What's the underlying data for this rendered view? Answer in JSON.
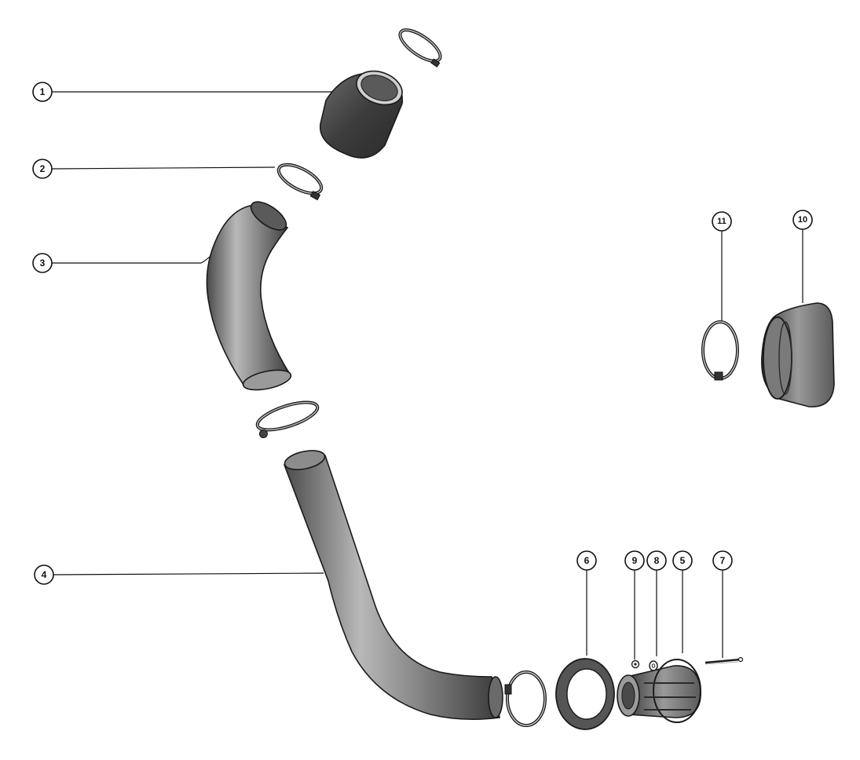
{
  "callouts": [
    {
      "id": "1",
      "label": "1"
    },
    {
      "id": "2",
      "label": "2"
    },
    {
      "id": "3",
      "label": "3"
    },
    {
      "id": "4",
      "label": "4"
    },
    {
      "id": "5",
      "label": "5"
    },
    {
      "id": "6",
      "label": "6"
    },
    {
      "id": "7",
      "label": "7"
    },
    {
      "id": "8",
      "label": "8"
    },
    {
      "id": "9",
      "label": "9"
    },
    {
      "id": "10",
      "label": "10"
    },
    {
      "id": "11",
      "label": "11"
    }
  ],
  "colors": {
    "line": "#111111",
    "part_dark": "#3a3a3a",
    "part_mid": "#7a7a7a",
    "part_light": "#bdbdbd",
    "background": "#ffffff"
  }
}
